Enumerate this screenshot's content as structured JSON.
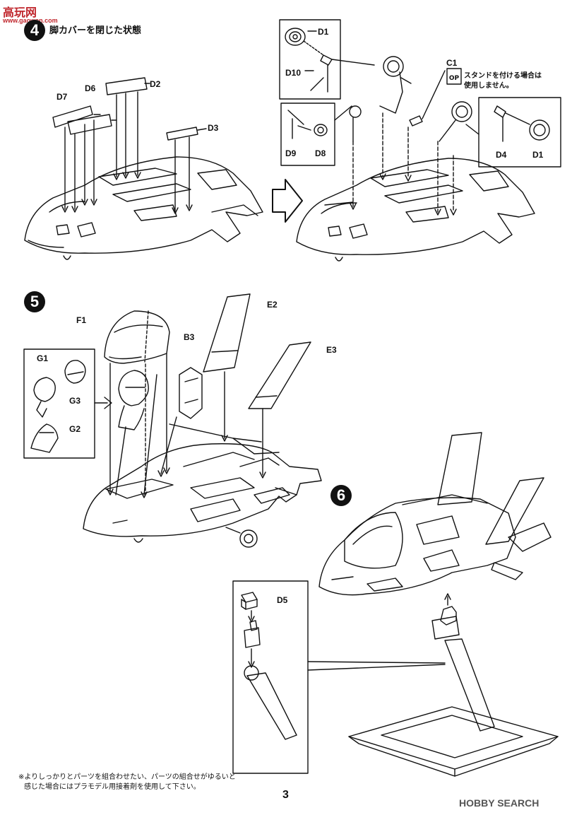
{
  "watermark_top": {
    "text": "高玩网",
    "url": "www.gaowan.com"
  },
  "watermark_bottom": {
    "logo": "HOBBY SEARCH"
  },
  "step4": {
    "number": "4",
    "title": "脚カバーを閉じた状態"
  },
  "step5": {
    "number": "5"
  },
  "step6": {
    "number": "6"
  },
  "parts": {
    "d1_top": "D1",
    "d10": "D10",
    "c1": "C1",
    "d9": "D9",
    "d8": "D8",
    "d4": "D4",
    "d1_right": "D1",
    "d7": "D7",
    "d6": "D6",
    "d2": "D2",
    "d3": "D3",
    "f1": "F1",
    "b3": "B3",
    "e2": "E2",
    "e3": "E3",
    "g1": "G1",
    "g3": "G3",
    "g2": "G2",
    "d5": "D5"
  },
  "note_op": {
    "badge": "OP",
    "line1": "スタンドを付ける場合は",
    "line2": "使用しません。"
  },
  "footer_note": {
    "line1": "※よりしっかりとパーツを組合わせたい、パーツの組合せがゆるいと",
    "line2": "感じた場合にはプラモデル用接着剤を使用して下さい。"
  },
  "page_number": "3"
}
